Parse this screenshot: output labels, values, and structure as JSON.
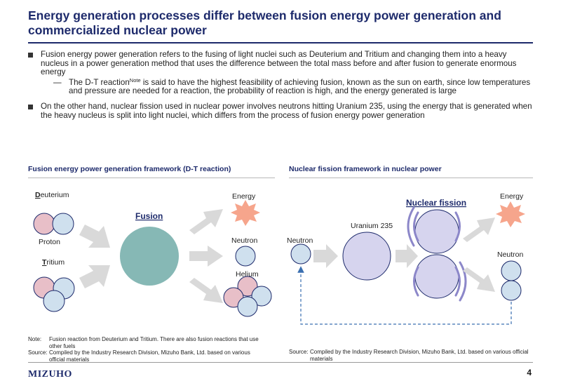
{
  "title": "Energy generation processes differ between fusion energy power generation and commercialized nuclear power",
  "bullets": [
    {
      "text": "Fusion energy power generation refers to the fusing of light nuclei such as Deuterium and Tritium and changing them into a heavy nucleus in a power generation method that uses the difference between the total mass before and after fusion to generate enormous energy",
      "sub": {
        "dash": "—",
        "lead": "The D-T reaction",
        "sup": "Note",
        "text": " is said to have the highest feasibility of achieving fusion, known as the sun on earth, since low temperatures and pressure are needed for a reaction, the probability of reaction is high, and the energy generated is large"
      }
    },
    {
      "text": "On the other hand, nuclear fission used in nuclear power involves neutrons hitting Uranium 235, using the energy that is generated when the heavy nucleus is split into light nuclei, which differs from the process of fusion energy power generation"
    }
  ],
  "fusion_panel": {
    "title": "Fusion energy power generation framework (D-T reaction)",
    "deuterium_initial": "D",
    "deuterium_rest": "euterium",
    "tritium_initial": "T",
    "tritium_rest": "ritium",
    "proton": "Proton",
    "fusion": "Fusion",
    "energy": "Energy",
    "neutron": "Neutron",
    "helium": "Helium"
  },
  "fission_panel": {
    "title": "Nuclear fission framework in nuclear power",
    "neutron_in": "Neutron",
    "uranium": "Uranium 235",
    "nuclear_fission": "Nuclear fission",
    "energy": "Energy",
    "neutron_out": "Neutron"
  },
  "notes_left": {
    "note_key": "Note:",
    "note_text": "Fusion reaction from Deuterium and Tritium. There are also fusion reactions that use other fuels",
    "source_key": "Source:",
    "source_text": "Compiled by the Industry Research Division, Mizuho Bank, Ltd. based on various official materials"
  },
  "notes_right": {
    "source_key": "Source:",
    "source_text": "Compiled by the Industry Research Division, Mizuho Bank, Ltd. based on various official materials"
  },
  "footer": {
    "logo": "MIZUHO",
    "page_number": "4"
  },
  "colors": {
    "navy": "#1d2a6b",
    "proton_pink": "#e8bfc8",
    "neutron_blue": "#cfe0ee",
    "fusion_teal": "#86b8b5",
    "uranium_lavender": "#d6d4ee",
    "energy_salmon": "#f6a58c",
    "arrow_grey": "#d9d9d9"
  }
}
